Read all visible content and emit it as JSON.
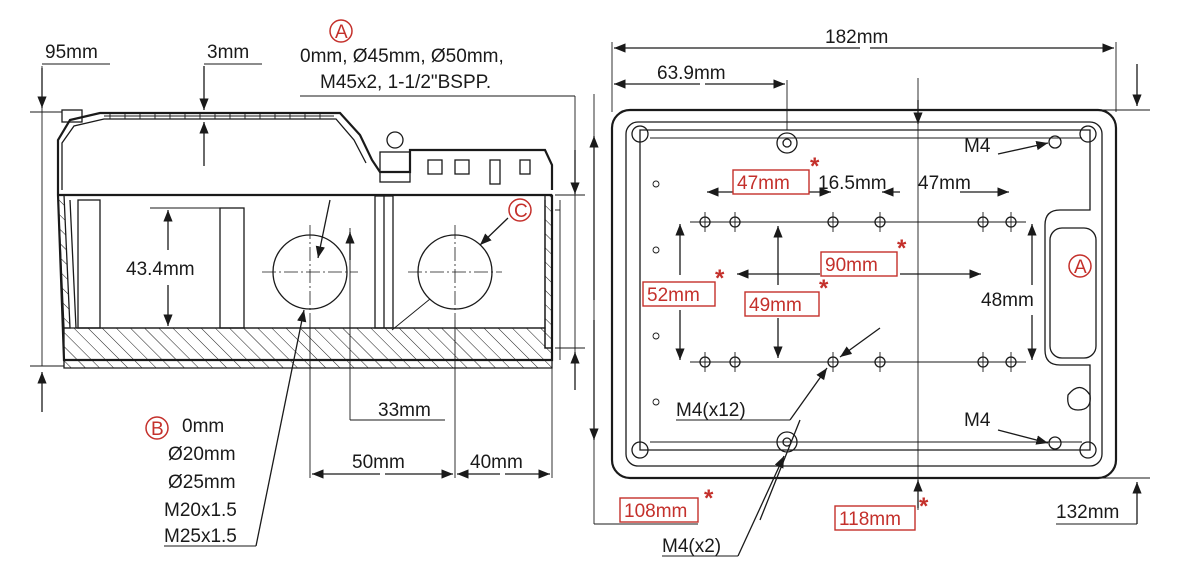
{
  "side_view": {
    "height_total": "95mm",
    "wall_thickness": "3mm",
    "marker_a": "A",
    "thread_options_line1": "0mm, Ø45mm, Ø50mm,",
    "thread_options_line2": "M45x2, 1-1/2\"BSPP.",
    "inner_height": "43.4mm",
    "marker_c": "C",
    "dim_33": "33mm",
    "dim_50": "50mm",
    "dim_40": "40mm",
    "marker_b": "B",
    "b_options": [
      "0mm",
      "Ø20mm",
      "Ø25mm",
      "M20x1.5",
      "M25x1.5"
    ]
  },
  "top_view": {
    "width_total": "182mm",
    "dim_63_9": "63.9mm",
    "m4_top": "M4",
    "dim_47_left": "47mm",
    "dim_16_5": "16.5mm",
    "dim_47_right": "47mm",
    "dim_90": "90mm",
    "dim_52": "52mm",
    "dim_49": "49mm",
    "marker_a": "A",
    "dim_48": "48mm",
    "m4_x12": "M4(x12)",
    "m4_bottom": "M4",
    "dim_108": "108mm",
    "dim_118": "118mm",
    "dim_132": "132mm",
    "m4_x2": "M4(x2)",
    "asterisk": "*"
  },
  "colors": {
    "line": "#1a1a1a",
    "highlight_red": "#c4302b",
    "background": "#ffffff"
  }
}
